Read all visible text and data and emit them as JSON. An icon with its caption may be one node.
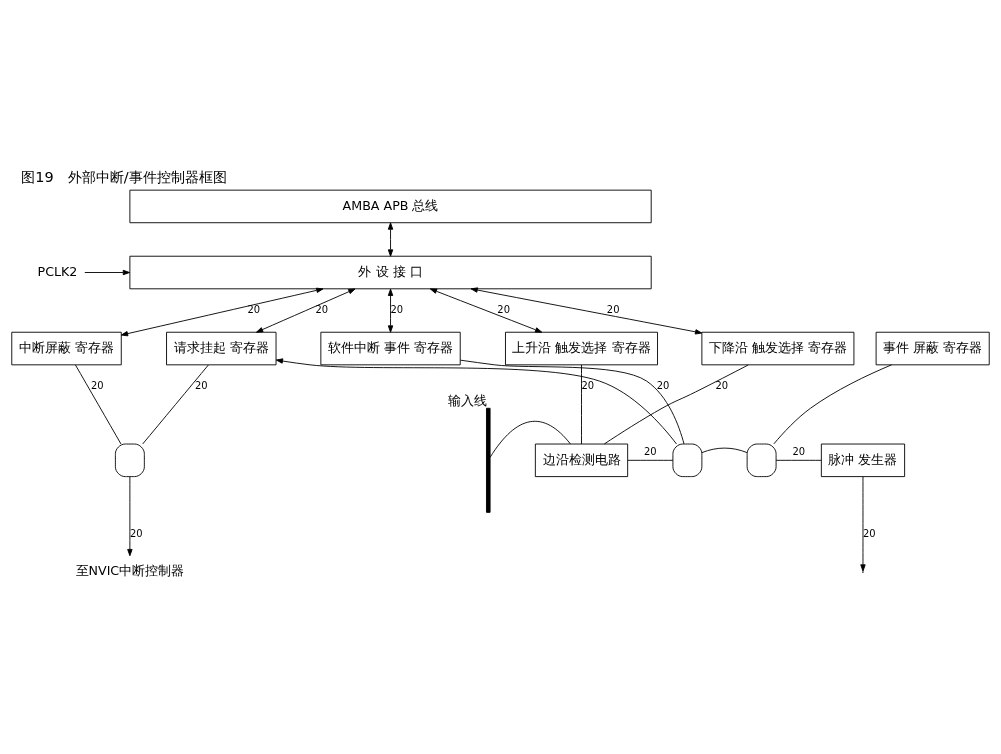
{
  "diagram": {
    "title": "图19　外部中断/事件控制器框图",
    "nodes": [
      {
        "text": [
          "AMBA APB 总线"
        ]
      },
      {
        "text": [
          "外 设 接 口"
        ]
      },
      {
        "text": [
          "PCLK2"
        ]
      },
      {
        "text": [
          "中断屏蔽 寄存器"
        ]
      },
      {
        "text": [
          "请求挂起 寄存器"
        ]
      },
      {
        "text": [
          "软件中断 事件 寄存器"
        ]
      },
      {
        "text": [
          "上升沿 触发选择 寄存器"
        ]
      },
      {
        "text": [
          "下降沿 触发选择 寄存器"
        ]
      },
      {
        "text": [],
        "shape": "gate"
      },
      {
        "text": [
          "至NVIC中断控制器"
        ]
      },
      {
        "text": [],
        "shape": "gate"
      },
      {
        "text": [],
        "shape": "gate"
      },
      {
        "text": [
          "脉冲 发生器"
        ]
      },
      {
        "text": [
          "事件 屏蔽 寄存器"
        ]
      },
      {
        "text": [
          "边沿检测电路"
        ]
      },
      {
        "text": [],
        "shape": "bar",
        "beside": [
          "输入线"
        ]
      }
    ],
    "edges": [
      {
        "from": 0,
        "to": 1,
        "arrow": "both"
      },
      {
        "from": 2,
        "to": 1,
        "arrow": "to"
      },
      {
        "from": 1,
        "to": 3,
        "arrow": "both",
        "label": "20"
      },
      {
        "from": 1,
        "to": 4,
        "arrow": "both",
        "label": "20"
      },
      {
        "from": 1,
        "to": 5,
        "arrow": "both",
        "label": "20"
      },
      {
        "from": 1,
        "to": 6,
        "arrow": "both",
        "label": "20"
      },
      {
        "from": 1,
        "to": 7,
        "arrow": "both",
        "label": "20"
      },
      {
        "from": 3,
        "to": 8,
        "arrow": "none",
        "label": "20"
      },
      {
        "from": 4,
        "to": 8,
        "arrow": "none",
        "label": "20"
      },
      {
        "from": 8,
        "to": 9,
        "arrow": "to",
        "label": "20"
      },
      {
        "from": 5,
        "to": 10,
        "arrow": "none",
        "label": "20"
      },
      {
        "from": 6,
        "to": 14,
        "arrow": "none",
        "label": "20"
      },
      {
        "from": 7,
        "to": 14,
        "arrow": "none",
        "label": "20"
      },
      {
        "from": 14,
        "to": 10,
        "arrow": "none",
        "label": "20"
      },
      {
        "from": 10,
        "to": 4,
        "arrow": "to"
      },
      {
        "from": 10,
        "to": 11,
        "arrow": "none"
      },
      {
        "from": 13,
        "to": 11,
        "arrow": "none"
      },
      {
        "from": 11,
        "to": 12,
        "arrow": "none",
        "label": "20"
      },
      {
        "from": 12,
        "to": null,
        "arrow": "to",
        "label": "20"
      },
      {
        "from": 15,
        "to": 14,
        "arrow": "none"
      }
    ]
  }
}
